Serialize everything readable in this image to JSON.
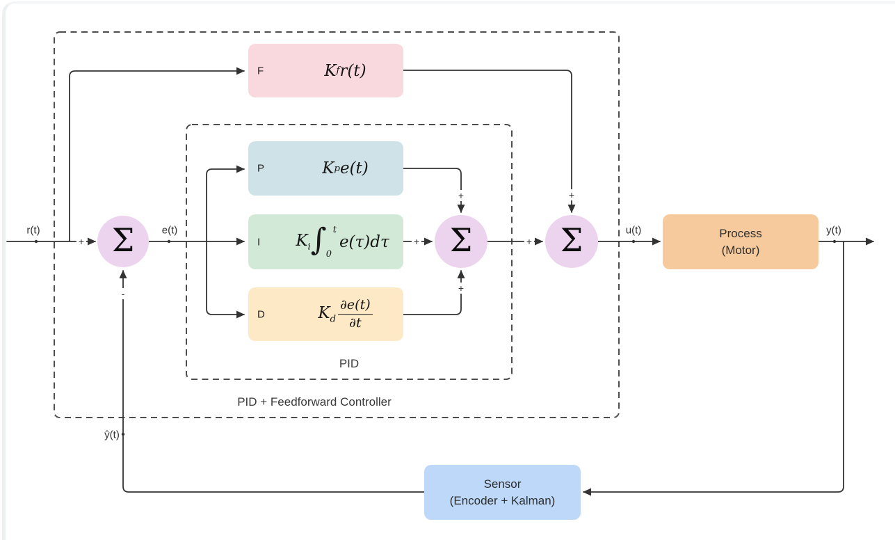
{
  "diagram": {
    "outer_box_label": "PID + Feedforward Controller",
    "inner_box_label": "PID",
    "sum_symbol": "Σ",
    "signals": {
      "r": "r(t)",
      "e": "e(t)",
      "u": "u(t)",
      "y": "y(t)",
      "y_hat": "ŷ(t)"
    },
    "signs": {
      "plus": "+",
      "minus": "-"
    },
    "blocks": {
      "feedforward": {
        "tag": "F",
        "coeff": "K",
        "coeff_sub": "f",
        "expr": "r(t)",
        "fill": "#fad9de"
      },
      "proportional": {
        "tag": "P",
        "coeff": "K",
        "coeff_sub": "p",
        "expr": "e(t)",
        "fill": "#cfe2e7"
      },
      "integral": {
        "tag": "I",
        "coeff": "K",
        "coeff_sub": "i",
        "integral_sign": "∫",
        "upper_limit": "t",
        "lower_limit": "0",
        "integrand": "e(τ)dτ",
        "fill": "#d3e9d8"
      },
      "derivative": {
        "tag": "D",
        "coeff": "K",
        "coeff_sub": "d",
        "numerator": "∂e(t)",
        "denominator": "∂t",
        "fill": "#fde9c6"
      },
      "process": {
        "line1": "Process",
        "line2": "(Motor)",
        "fill": "#f6ca9c"
      },
      "sensor": {
        "line1": "Sensor",
        "line2": "(Encoder + Kalman)",
        "fill": "#bdd8f8"
      }
    },
    "colors": {
      "sum_node_fill": "#ecd4ee",
      "connector": "#333333",
      "dashed_border": "#4d4d4d"
    }
  }
}
